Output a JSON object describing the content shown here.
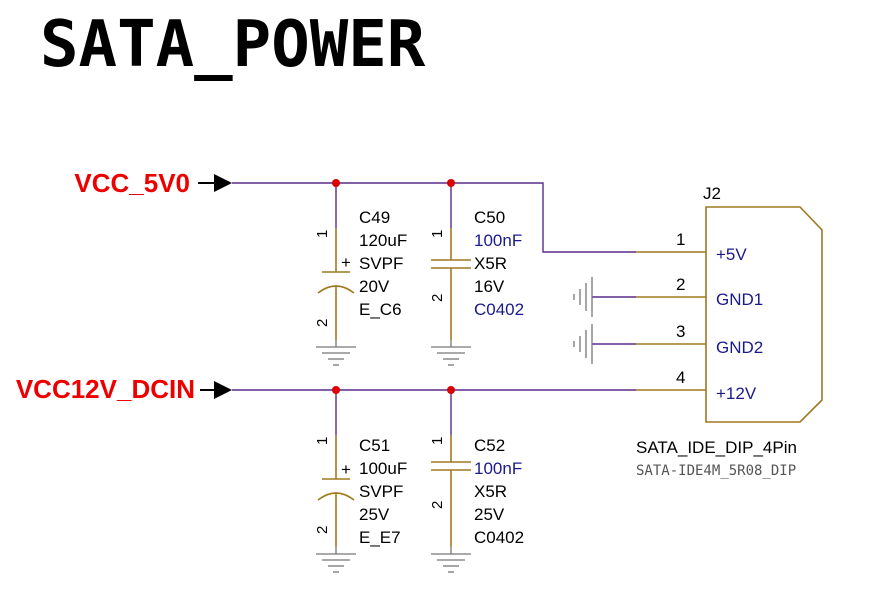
{
  "title": "SATA_POWER",
  "colors": {
    "net": "#ee0000",
    "wire": "#5a2a8a",
    "component": "#a07820",
    "blue_text": "#1a1a8c"
  },
  "nets": {
    "vcc5": "VCC_5V0",
    "vcc12": "VCC12V_DCIN"
  },
  "capacitors": {
    "c49": {
      "ref": "C49",
      "value": "120uF",
      "type": "SVPF",
      "voltage": "20V",
      "footprint": "E_C6",
      "pin1": "1",
      "pin2": "2",
      "plus": "+"
    },
    "c50": {
      "ref": "C50",
      "value": "100nF",
      "type": "X5R",
      "voltage": "16V",
      "footprint": "C0402",
      "pin1": "1",
      "pin2": "2"
    },
    "c51": {
      "ref": "C51",
      "value": "100uF",
      "type": "SVPF",
      "voltage": "25V",
      "footprint": "E_E7",
      "pin1": "1",
      "pin2": "2",
      "plus": "+"
    },
    "c52": {
      "ref": "C52",
      "value": "100nF",
      "type": "X5R",
      "voltage": "25V",
      "footprint": "C0402",
      "pin1": "1",
      "pin2": "2"
    }
  },
  "connector": {
    "ref": "J2",
    "part": "SATA_IDE_DIP_4Pin",
    "footprint": "SATA-IDE4M_5R08_DIP",
    "pins": [
      {
        "num": "1",
        "name": "+5V"
      },
      {
        "num": "2",
        "name": "GND1"
      },
      {
        "num": "3",
        "name": "GND2"
      },
      {
        "num": "4",
        "name": "+12V"
      }
    ]
  }
}
